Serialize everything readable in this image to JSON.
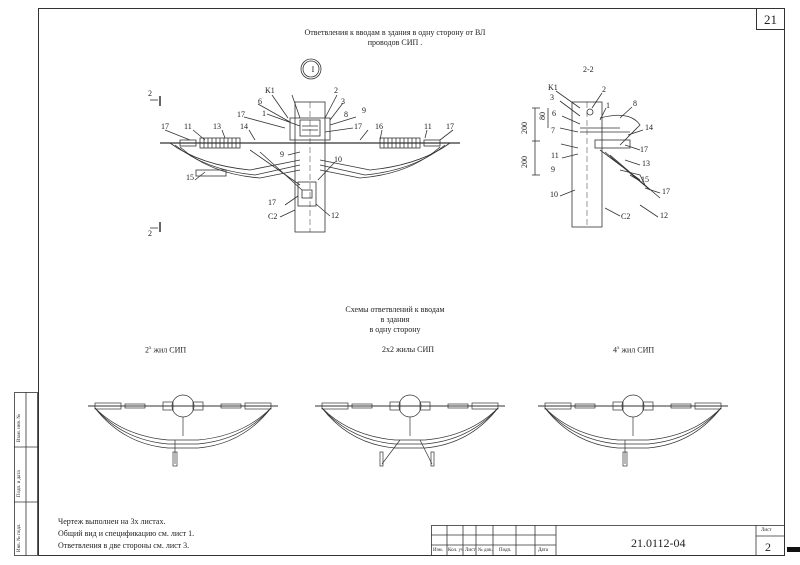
{
  "sheet": {
    "sheet_number_top": "21",
    "title": [
      "Ответвления к вводам в здания в одну сторону от ВЛ",
      "проводов СИП ."
    ],
    "view_marker": "I",
    "section_label": "2-2",
    "cut_mark": "2",
    "dims": [
      "200",
      "80",
      "200"
    ]
  },
  "labels": {
    "main": [
      "K1",
      "2",
      "3",
      "6",
      "17",
      "1",
      "8",
      "9",
      "17",
      "11",
      "13",
      "14",
      "17",
      "16",
      "11",
      "17",
      "9",
      "10",
      "15",
      "17",
      "C2",
      "12",
      "2"
    ],
    "side": [
      "K1",
      "2",
      "3",
      "1",
      "6",
      "8",
      "80",
      "7",
      "14",
      "17",
      "11",
      "9",
      "13",
      "15",
      "10",
      "17",
      "C2",
      "12"
    ]
  },
  "schemes": {
    "title": [
      "Схемы ответвлений к вводам",
      "в здания",
      "в одну сторону"
    ],
    "items": [
      {
        "label": "2",
        "sup": "х",
        "rest": " жил СИП"
      },
      {
        "label": "2х2 жилы СИП",
        "sup": "",
        "rest": ""
      },
      {
        "label": "4",
        "sup": "х",
        "rest": " жил СИП"
      }
    ]
  },
  "notes": [
    "Чертеж выполнен на 3х листах.",
    "Общий вид и спецификацию см. лист 1.",
    "Ответвления в две стороны см. лист 3."
  ],
  "stamp": {
    "code": "21.0112-04",
    "sheet_label": "Лист",
    "sheet_value": "2",
    "columns": [
      "Изм.",
      "Кол. уч",
      "Лист",
      "№ док.",
      "Подп.",
      "Дата"
    ]
  },
  "sidebar": [
    "Инв. № подл.",
    "Подп. и дата",
    "Взам. инв. №"
  ]
}
